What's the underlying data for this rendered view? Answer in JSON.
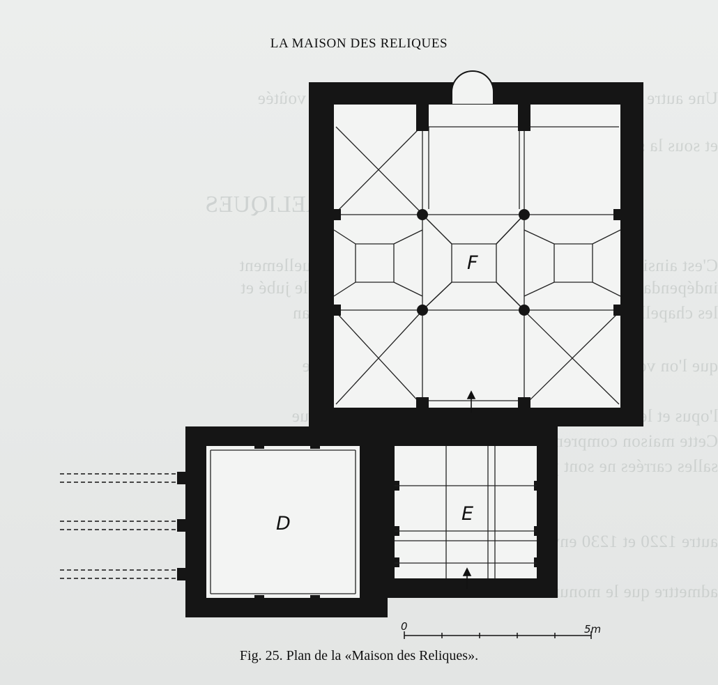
{
  "running_head": "LA MAISON DES RELIQUES",
  "figure": {
    "rooms": [
      "F",
      "E",
      "D"
    ],
    "scale": {
      "start_label": "0",
      "end_label": "5m"
    }
  },
  "caption": "Fig. 25. Plan de la «Maison des Reliques».",
  "bleed_through": [
    "Une autre porte, servant anciennement d'accès à la salle voûtée",
    "et sous la sacristie actuelle communiquant par une salle",
    "LA MAISON DES RELIQUES",
    "C'est ainsi que l'on désigne un groupe de trois salles actuellement",
    "indépendant des autres bâtiments de l'église Saint-Jean, le jubé et",
    "les chapelles. La première voûte de la salle D fig. 25, plan",
    "que l'on voit dans les pièces voûtées sur la nef de la salle",
    "l'opus et le caractère des constructions de la même époque",
    "Cette maison comprend trois salles carrées de dimensions",
    "salles carrées ne sont pas d'époques et de constructions différentes",
    "autre 1220 et 1230 environ. C'est un ensemble dans lequel",
    "admettre que le monument soit du même auteur"
  ]
}
